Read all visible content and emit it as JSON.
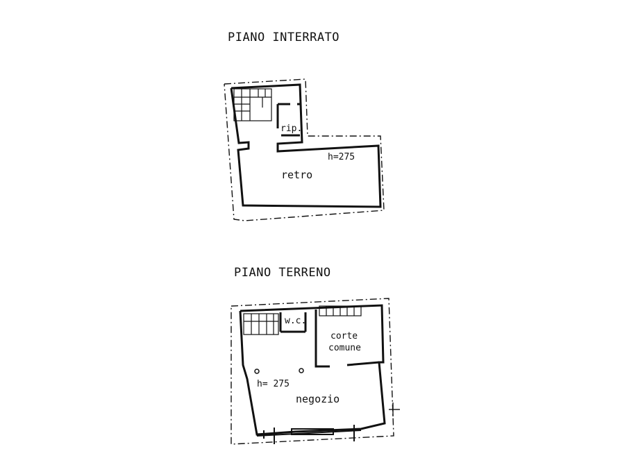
{
  "basement": {
    "title": "PIANO INTERRATO",
    "rooms": {
      "storage": "rip.",
      "back": "retro",
      "height": "h=275"
    }
  },
  "ground": {
    "title": "PIANO TERRENO",
    "rooms": {
      "wc": "w.c.",
      "courtyard_line1": "corte",
      "courtyard_line2": "comune",
      "shop": "negozio",
      "height": "h= 275"
    }
  }
}
